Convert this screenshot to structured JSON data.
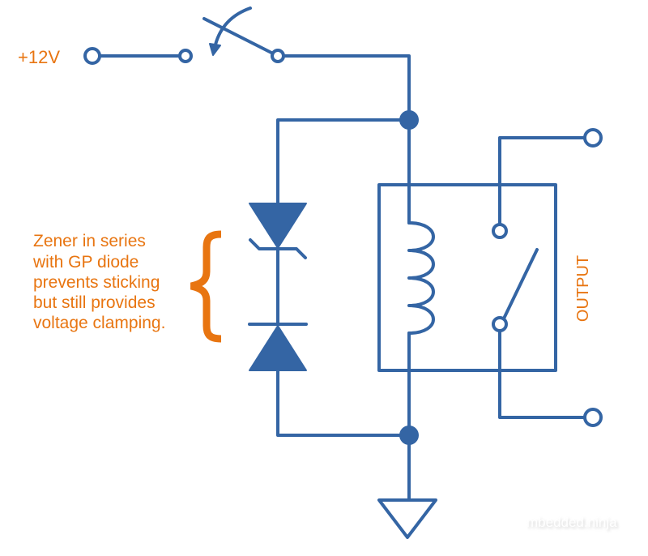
{
  "diagram": {
    "title": "Relay coil clamping with Zener in series with GP diode",
    "colors": {
      "wire": "#3465a4",
      "text_accent": "#e87511",
      "background": "#ffffff"
    },
    "supply_label": "+12V",
    "output_label": "OUTPUT",
    "annotation": {
      "lines": [
        "Zener in series",
        "with GP diode",
        "prevents sticking",
        "but still provides",
        "voltage clamping."
      ]
    },
    "components": [
      {
        "type": "terminal",
        "name": "supply-terminal"
      },
      {
        "type": "switch",
        "name": "supply-switch",
        "state": "open"
      },
      {
        "type": "zener-diode",
        "name": "zener-diode"
      },
      {
        "type": "diode",
        "name": "gp-diode"
      },
      {
        "type": "relay-coil",
        "name": "relay-coil"
      },
      {
        "type": "relay-contact",
        "name": "relay-contact",
        "state": "open"
      },
      {
        "type": "terminal",
        "name": "output-terminal-top"
      },
      {
        "type": "terminal",
        "name": "output-terminal-bottom"
      },
      {
        "type": "ground",
        "name": "ground"
      }
    ],
    "watermark": "mbedded.ninja"
  }
}
